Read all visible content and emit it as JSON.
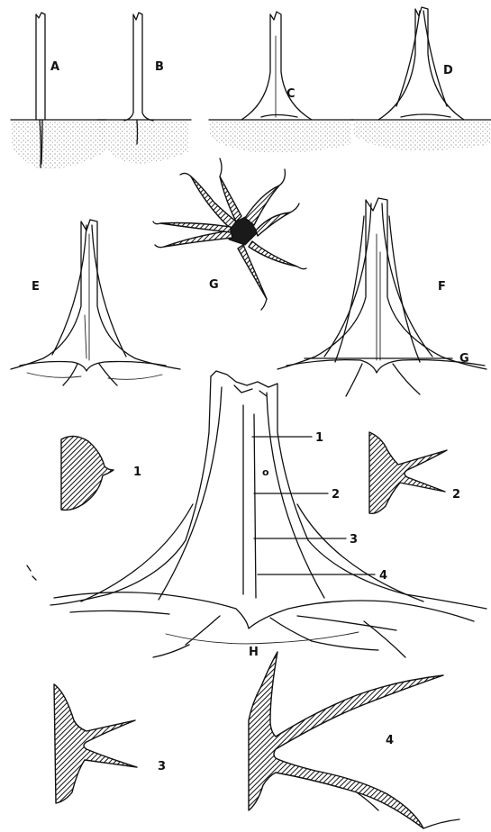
{
  "labels": {
    "A": "A",
    "B": "B",
    "C": "C",
    "D": "D",
    "E": "E",
    "F": "F",
    "G_star": "G",
    "G_line": "G",
    "H": "H",
    "s1": "1",
    "s2": "2",
    "s3": "3",
    "s4": "4",
    "c1": "1",
    "c2": "2",
    "c3": "3",
    "c4": "4",
    "o": "o"
  }
}
